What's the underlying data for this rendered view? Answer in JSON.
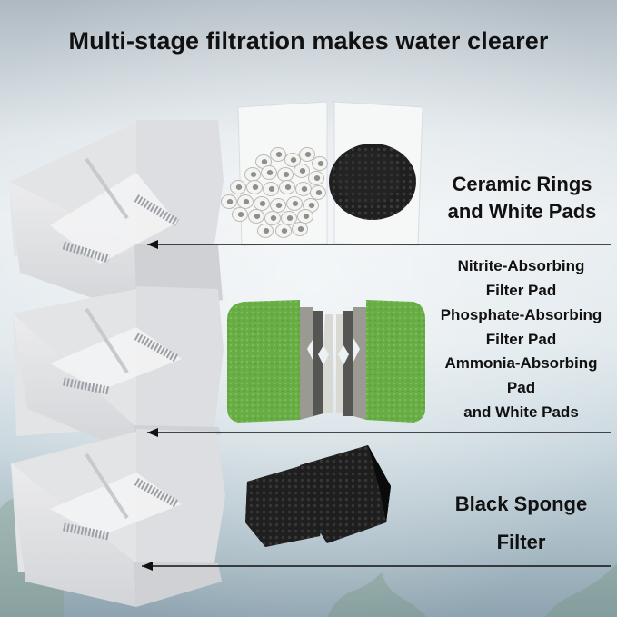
{
  "headline": "Multi-stage filtration makes water clearer",
  "stages": [
    {
      "lines": [
        "Ceramic Rings",
        "and White Pads"
      ]
    },
    {
      "lines": [
        "Nitrite-Absorbing",
        "Filter Pad",
        "Phosphate-Absorbing",
        "Filter Pad",
        "Ammonia-Absorbing",
        "Pad",
        "and White Pads"
      ]
    },
    {
      "lines": [
        "Black Sponge",
        "Filter"
      ]
    }
  ],
  "colors": {
    "tray": "#e4e5e7",
    "green_pad": "#6cb34a",
    "sponge": "#1d1d1d",
    "text": "#111111"
  },
  "icons": [
    "ceramic-rings-icon",
    "carbon-granules-icon",
    "green-filter-pad-icon",
    "black-sponge-icon",
    "filter-tray-icon",
    "arrow-left-icon"
  ]
}
